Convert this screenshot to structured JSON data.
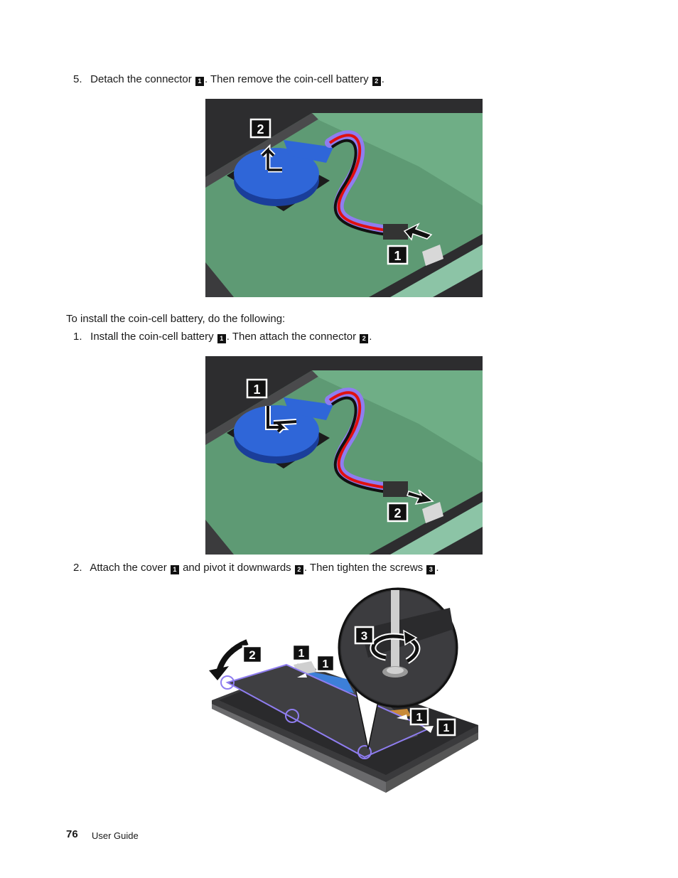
{
  "steps_remove": {
    "step5": {
      "number": "5.",
      "text_a": "Detach the connector",
      "badge_a": "1",
      "text_b": ". Then remove the coin-cell battery",
      "badge_b": "2",
      "text_c": "."
    }
  },
  "figure1": {
    "callout_battery": "2",
    "callout_connector": "1"
  },
  "install_intro": "To install the coin-cell battery, do the following:",
  "steps_install": {
    "step1": {
      "number": "1.",
      "text_a": "Install the coin-cell battery",
      "badge_a": "1",
      "text_b": ". Then attach the connector",
      "badge_b": "2",
      "text_c": "."
    },
    "step2": {
      "number": "2.",
      "text_a": "Attach the cover",
      "badge_a": "1",
      "text_b": "and pivot it downwards",
      "badge_b": "2",
      "text_c": ". Then tighten the screws",
      "badge_c": "3",
      "text_d": "."
    }
  },
  "figure2": {
    "callout_battery": "1",
    "callout_connector": "2"
  },
  "figure3": {
    "callout_pivot": "2",
    "callout_cover_a": "1",
    "callout_cover_b": "1",
    "callout_cover_c": "1",
    "callout_cover_d": "1",
    "callout_screw": "3"
  },
  "footer": {
    "page_number": "76",
    "label": "User Guide"
  },
  "colors": {
    "board_green": "#5e9a74",
    "case_dark": "#2d2d2f",
    "battery_blue": "#2f66d8",
    "wire_red": "#e01010",
    "highlight_purple": "#8f7df0"
  }
}
